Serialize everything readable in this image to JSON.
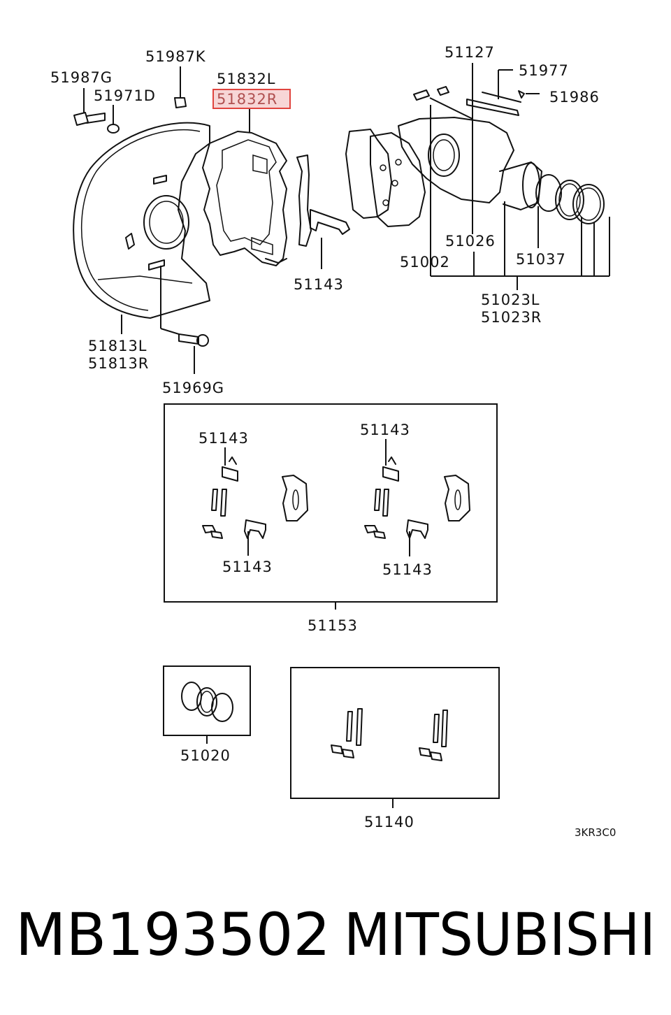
{
  "labels": {
    "p51987G": "51987G",
    "p51987K": "51987K",
    "p51971D": "51971D",
    "p51832L": "51832L",
    "p51832R": "51832R",
    "p51127": "51127",
    "p51977": "51977",
    "p51986": "51986",
    "p51026": "51026",
    "p51002": "51002",
    "p51037": "51037",
    "p51143": "51143",
    "p51023L": "51023L",
    "p51023R": "51023R",
    "p51813L": "51813L",
    "p51813R": "51813R",
    "p51969G": "51969G",
    "kit_a_tl": "51143",
    "kit_a_bl": "51143",
    "kit_a_tr": "51143",
    "kit_a_br": "51143",
    "p51153": "51153",
    "p51020": "51020",
    "p51140": "51140"
  },
  "code": "3KR3C0",
  "part_number": "MB193502",
  "brand": "MITSUBISHI",
  "highlight_color": "#e0443e"
}
